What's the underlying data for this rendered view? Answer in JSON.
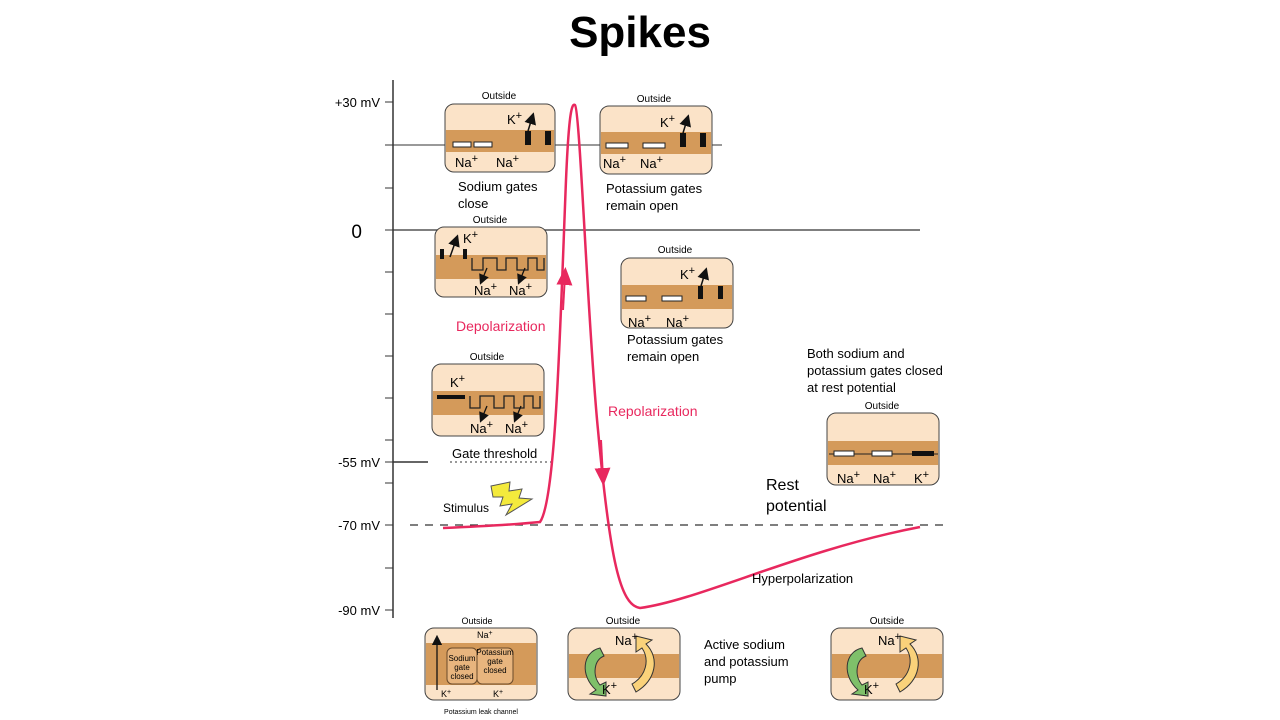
{
  "title": "Spikes",
  "axis": {
    "ticks": [
      {
        "label": "+30 mV",
        "value": 30
      },
      {
        "label": "0",
        "value": 0
      },
      {
        "label": "-55 mV",
        "value": -55
      },
      {
        "label": "-70 mV",
        "value": -70
      },
      {
        "label": "-90 mV",
        "value": -90
      }
    ]
  },
  "labels": {
    "depolarization": "Depolarization",
    "repolarization": "Repolarization",
    "hyperpolarization": "Hyperpolarization",
    "gate_threshold": "Gate threshold",
    "stimulus": "Stimulus",
    "rest_potential_line1": "Rest",
    "rest_potential_line2": "potential",
    "sodium_close_line1": "Sodium gates",
    "sodium_close_line2": "close",
    "potassium_open_a_line1": "Potassium gates",
    "potassium_open_a_line2": "remain open",
    "potassium_open_b_line1": "Potassium gates",
    "potassium_open_b_line2": "remain open",
    "both_closed_line1": "Both sodium and",
    "both_closed_line2": "potassium gates closed",
    "both_closed_line3": "at rest potential",
    "pump_line1": "Active sodium",
    "pump_line2": "and potassium",
    "pump_line3": "pump",
    "leak_channel": "Potassium leak channel",
    "sodium_gate_closed_1": "Sodium",
    "sodium_gate_closed_2": "gate",
    "sodium_gate_closed_3": "closed",
    "potassium_gate_closed_1": "Potassium",
    "potassium_gate_closed_2": "gate",
    "potassium_gate_closed_3": "closed"
  },
  "ions": {
    "outside": "Outside",
    "na": "Na",
    "k": "K",
    "plus": "+"
  },
  "colors": {
    "trace": "#e8285e",
    "cell_fill": "#fbe3c8",
    "membrane": "#d49a5a",
    "cell_stroke": "#444444",
    "pump_green": "#7fc06a",
    "pump_yellow": "#fad27a",
    "bolt": "#f4ea3c"
  }
}
